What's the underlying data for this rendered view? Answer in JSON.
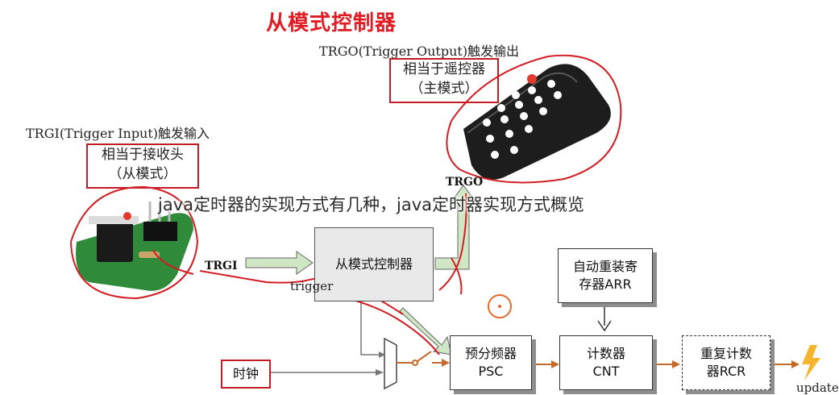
{
  "title": "从模式控制器",
  "trgo_caption": "TRGO(Trigger Output)触发输出",
  "trgo_box": [
    "相当于遥控器",
    "（主模式）"
  ],
  "trgi_caption": "TRGI(Trigger Input)触发输入",
  "trgi_box": [
    "相当于接收头",
    "（从模式）"
  ],
  "overlay_text": "java定时器的实现方式有几种，java定时器实现方式概览",
  "labels": {
    "trgo": "TRGO",
    "trgi": "TRGI",
    "trigger": "trigger",
    "update": "update"
  },
  "blocks": {
    "slave_controller": "从模式控制器",
    "arr": [
      "自动重装寄",
      "存器ARR"
    ],
    "psc": [
      "预分频器",
      "PSC"
    ],
    "cnt": [
      "计数器",
      "CNT"
    ],
    "rcr": [
      "重复计数",
      "器RCR"
    ],
    "clock": "时钟"
  },
  "colors": {
    "title_red": "#e11b22",
    "annotation_red": "#c41b24",
    "arrow_green": "#cfe7c4",
    "arrow_orange": "#c46a2a",
    "lightning": "#f6b42c"
  }
}
